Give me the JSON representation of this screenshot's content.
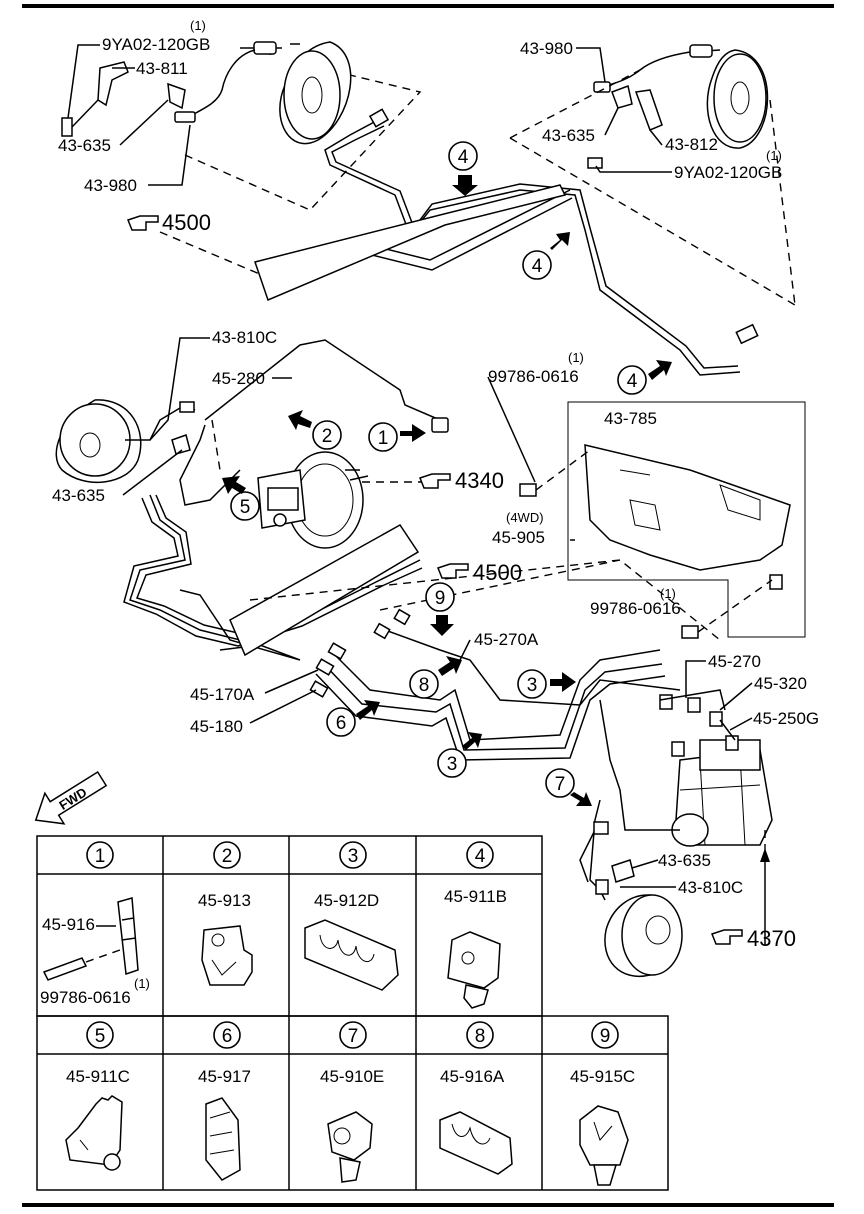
{
  "callouts": {
    "c_9ya02_tl": "9YA02-120GB",
    "c_9ya02_tl_qty": "(1)",
    "c_43811": "43-811",
    "c_43635_tl": "43-635",
    "c_43980_tl": "43-980",
    "c_43980_tr": "43-980",
    "c_43635_tr": "43-635",
    "c_43812": "43-812",
    "c_9ya02_tr": "9YA02-120GB",
    "c_9ya02_tr_qty": "(1)",
    "ref_4500_top": "4500",
    "c_43810c_l": "43-810C",
    "c_45280": "45-280",
    "c_99786_top": "99786-0616",
    "c_99786_top_qty": "(1)",
    "c_43785": "43-785",
    "c_43635_l": "43-635",
    "ref_4340": "4340",
    "c_4wd": "(4WD)",
    "c_45905": "45-905",
    "ref_4500_mid": "4500",
    "c_99786_mid": "99786-0616",
    "c_99786_mid_qty": "(1)",
    "c_45270a": "45-270A",
    "c_45270": "45-270",
    "c_45320": "45-320",
    "c_45250g": "45-250G",
    "c_45170a": "45-170A",
    "c_45180": "45-180",
    "c_43635_r": "43-635",
    "c_43810c_r": "43-810C",
    "ref_4370": "4370",
    "fwd": "FWD"
  },
  "arrow_markers": [
    "4",
    "4",
    "4",
    "1",
    "2",
    "5",
    "9",
    "8",
    "3",
    "3",
    "6",
    "7"
  ],
  "clip_table": {
    "row1": [
      {
        "num": "1",
        "parts": [
          "45-916",
          "99786-0616",
          "(1)"
        ]
      },
      {
        "num": "2",
        "parts": [
          "45-913"
        ]
      },
      {
        "num": "3",
        "parts": [
          "45-912D"
        ]
      },
      {
        "num": "4",
        "parts": [
          "45-911B"
        ]
      }
    ],
    "row2": [
      {
        "num": "5",
        "parts": [
          "45-911C"
        ]
      },
      {
        "num": "6",
        "parts": [
          "45-917"
        ]
      },
      {
        "num": "7",
        "parts": [
          "45-910E"
        ]
      },
      {
        "num": "8",
        "parts": [
          "45-916A"
        ]
      },
      {
        "num": "9",
        "parts": [
          "45-915C"
        ]
      }
    ]
  },
  "icons": {
    "ref": "pointing-hand-icon",
    "fwd": "forward-arrow-icon"
  }
}
